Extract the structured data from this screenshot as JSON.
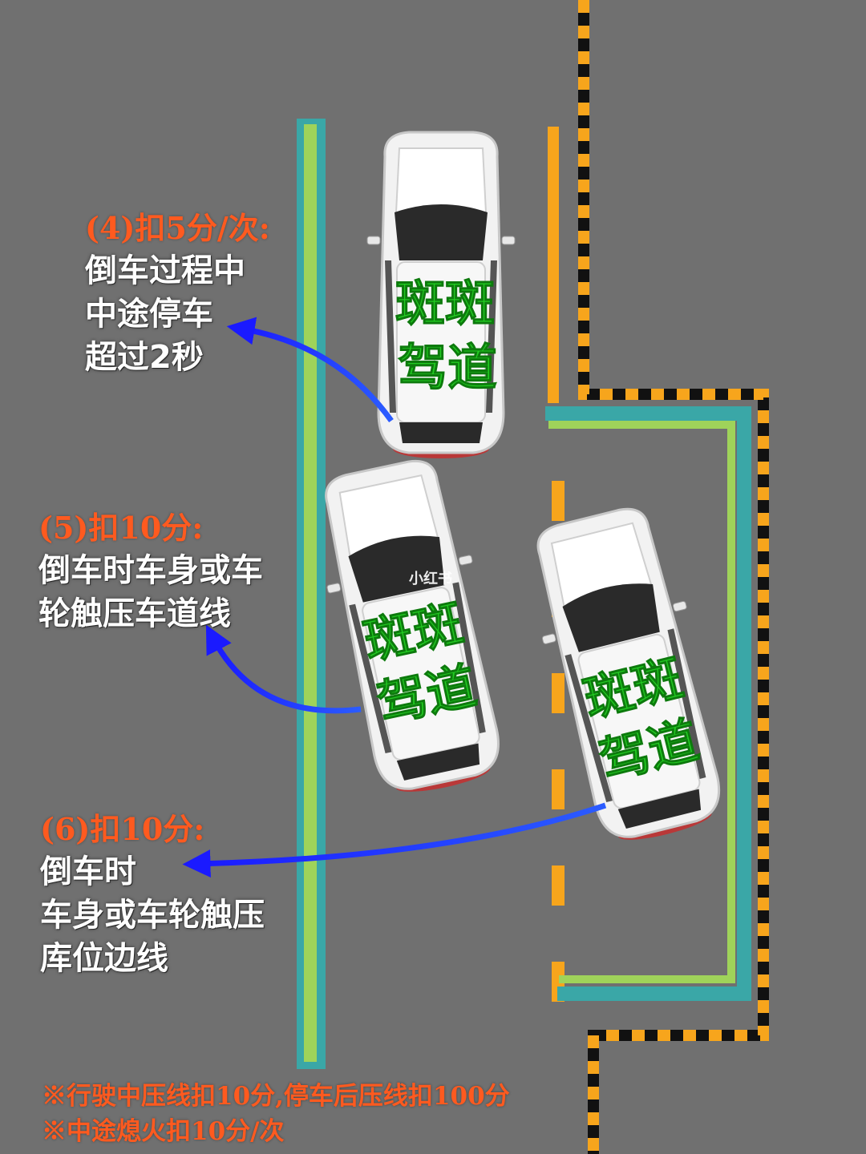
{
  "rules": [
    {
      "heading": "(4)扣5分/次:",
      "lines": [
        "倒车过程中",
        "中途停车",
        "超过2秒"
      ]
    },
    {
      "heading": "(5)扣10分:",
      "lines": [
        "倒车时车身或车",
        "轮触压车道线"
      ]
    },
    {
      "heading": "(6)扣10分:",
      "lines": [
        "倒车时",
        "车身或车轮触压",
        "库位边线"
      ]
    }
  ],
  "car_text": {
    "line1": "斑斑",
    "line2": "驾道"
  },
  "notes": [
    "※行驶中压线扣10分,停车后压线扣100分",
    "※中途熄火扣10分/次"
  ],
  "watermark": "小红书",
  "colors": {
    "road": "#707070",
    "heading": "#ff5a1f",
    "arrow": "#1a1aff",
    "car_text": "#22cc22",
    "lane_teal": "#3aa7a7",
    "lane_green": "#9fd35a",
    "orange_line": "#f7a51c"
  }
}
